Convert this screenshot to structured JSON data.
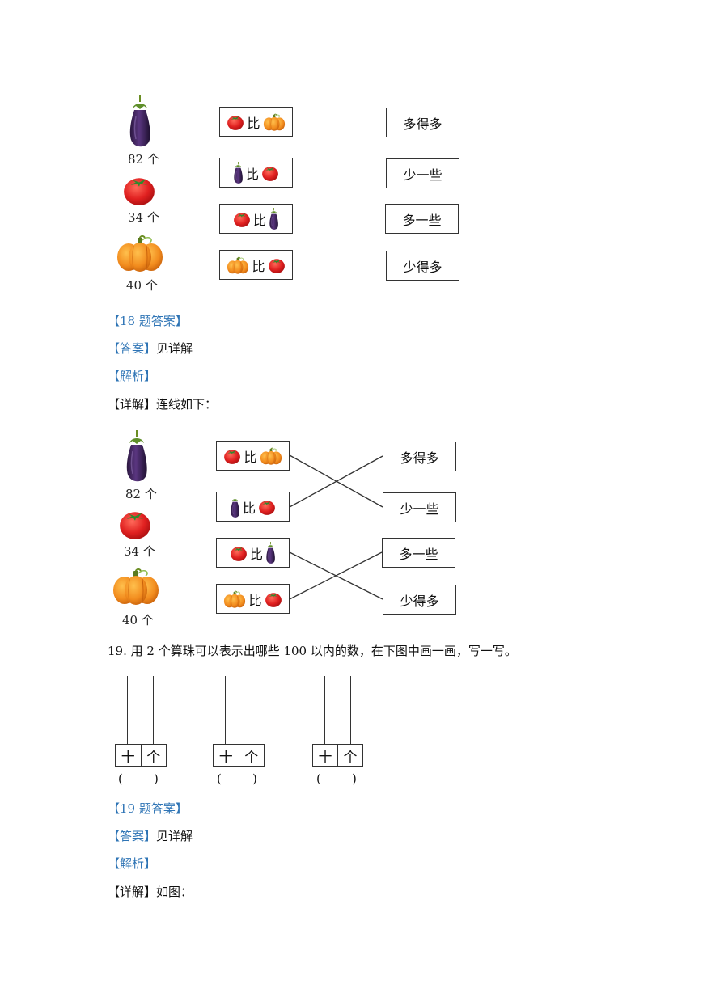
{
  "q18": {
    "counts": {
      "eggplant": "82 个",
      "tomato": "34 个",
      "pumpkin": "40 个"
    },
    "bi": "比",
    "words": [
      "多得多",
      "少一些",
      "多一些",
      "少得多"
    ],
    "answer_heading": "【18 题答案】",
    "answer_label": "【答案】",
    "answer_text": "见详解",
    "analysis_label": "【解析】",
    "detail_label": "【详解】",
    "detail_text": "连线如下："
  },
  "q19": {
    "question": "19. 用 2 个算珠可以表示出哪些 100 以内的数，在下图中画一画，写一写。",
    "tens": "十",
    "ones": "个",
    "paren": "(        )",
    "answer_heading": "【19 题答案】",
    "answer_label": "【答案】",
    "answer_text": "见详解",
    "analysis_label": "【解析】",
    "detail_label": "【详解】",
    "detail_text": "如图："
  },
  "colors": {
    "heading_blue": "#2e74b5",
    "tomato": "#e02020",
    "pumpkin": "#f28c1e",
    "eggplant": "#4a2a6a"
  }
}
